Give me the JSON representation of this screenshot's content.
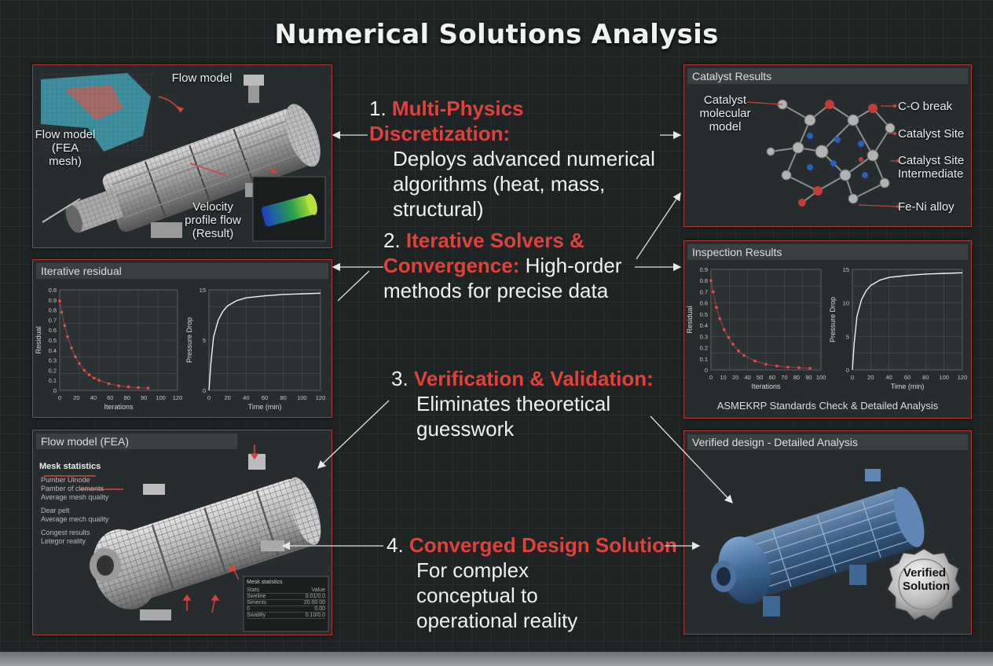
{
  "title": "Numerical Solutions Analysis",
  "steps": [
    {
      "num": "1.",
      "heading": "Multi-Physics Discretization:",
      "text": "Deploys advanced numerical algorithms (heat, mass, structural)"
    },
    {
      "num": "2.",
      "heading": "Iterative Solvers & Convergence:",
      "text": "High-order methods for precise data"
    },
    {
      "num": "3.",
      "heading": "Verification & Validation:",
      "text": "Eliminates theoretical guesswork"
    },
    {
      "num": "4.",
      "heading": "Converged Design Solution",
      "text": "For complex conceptual to operational reality"
    }
  ],
  "panel_flow": {
    "label_top": "Flow model",
    "label_left": "Flow model (FEA mesh)",
    "label_velocity": "Velocity profile flow (Result)"
  },
  "panel_residual": {
    "header": "Iterative residual",
    "chart1": {
      "ylabel": "Residual",
      "xlabel": "Iterations",
      "yticks": [
        "0",
        "0.1",
        "0.2",
        "0.3",
        "0.4",
        "0.5",
        "0.6",
        "0.7",
        "0.8",
        "0.9",
        "0.8"
      ],
      "xticks": [
        "0",
        "20",
        "40",
        "60",
        "80",
        "90",
        "100",
        "120"
      ]
    },
    "chart2": {
      "ylabel": "Pressure Drop",
      "xlabel": "Time (min)",
      "yticks": [
        "0",
        "5",
        "15"
      ],
      "xticks": [
        "0",
        "20",
        "40",
        "60",
        "80",
        "100",
        "120"
      ]
    }
  },
  "panel_mesh": {
    "header": "Flow model (FEA)",
    "stats_title": "Mesk statistics",
    "stats": [
      "Pumber Ulnode",
      "Pamber of clements",
      "Average mesh quality",
      "Dear pelt",
      "Average mech quality",
      "Congest results",
      "Letegor reality"
    ],
    "table_title": "Mesk statistics",
    "table_rows": [
      [
        "Stats",
        "Value"
      ],
      [
        "Sweline",
        "0.01/0.0"
      ],
      [
        "Siments",
        "20.00 00"
      ],
      [
        "0",
        "0.00"
      ],
      [
        "Swatilty",
        "0.10/0.0"
      ]
    ]
  },
  "panel_catalyst": {
    "header": "Catalyst Results",
    "left_label": "Catalyst molecular model",
    "labels": [
      "C-O break",
      "Catalyst Site",
      "Catalyst Site Intermediate",
      "Fe-Ni alloy"
    ]
  },
  "panel_inspection": {
    "header": "Inspection Results",
    "chart1": {
      "ylabel": "Residual",
      "xlabel": "Iterations",
      "yticks": [
        "0",
        "0.1",
        "0.2",
        "0.3",
        "0.4",
        "0.5",
        "0.6",
        "0.7",
        "0.8",
        "0.9"
      ],
      "xticks": [
        "0",
        "10",
        "20",
        "40",
        "50",
        "60",
        "70",
        "80",
        "90",
        "100"
      ]
    },
    "chart2": {
      "ylabel": "Pressure Drop",
      "xlabel": "Time (min)",
      "yticks": [
        "0",
        "5",
        "10",
        "15"
      ],
      "xticks": [
        "0",
        "20",
        "40",
        "60",
        "80",
        "100",
        "120"
      ]
    },
    "footer": "ASMEKRP Standards Check & Detailed Analysis"
  },
  "panel_verified": {
    "header": "Verified design - Detailed Analysis",
    "badge": "Verified Solution"
  },
  "colors": {
    "accent": "#e0413a",
    "panel_border": "#b13a34",
    "blueprint": "#5f86b5"
  },
  "chart_data": [
    {
      "type": "scatter",
      "title": "",
      "xlabel": "Iterations",
      "ylabel": "Residual",
      "x": [
        0,
        2,
        5,
        8,
        12,
        16,
        20,
        25,
        30,
        35,
        40,
        50,
        60,
        70,
        80,
        90
      ],
      "y": [
        0.8,
        0.7,
        0.58,
        0.48,
        0.38,
        0.3,
        0.24,
        0.18,
        0.14,
        0.11,
        0.09,
        0.06,
        0.04,
        0.03,
        0.025,
        0.02
      ],
      "xlim": [
        0,
        120
      ],
      "ylim": [
        0,
        0.9
      ]
    },
    {
      "type": "line",
      "title": "",
      "xlabel": "Time (min)",
      "ylabel": "Pressure Drop",
      "x": [
        0,
        2,
        5,
        10,
        15,
        20,
        30,
        40,
        60,
        80,
        100,
        120
      ],
      "y": [
        0,
        4,
        8,
        10.5,
        11.8,
        12.6,
        13.4,
        13.8,
        14.1,
        14.3,
        14.4,
        14.5
      ],
      "xlim": [
        0,
        120
      ],
      "ylim": [
        0,
        15
      ]
    },
    {
      "type": "scatter",
      "title": "",
      "xlabel": "Iterations",
      "ylabel": "Residual",
      "x": [
        0,
        2,
        5,
        8,
        12,
        16,
        20,
        25,
        30,
        40,
        50,
        60,
        70,
        80,
        90
      ],
      "y": [
        0.8,
        0.7,
        0.56,
        0.46,
        0.36,
        0.29,
        0.23,
        0.17,
        0.13,
        0.08,
        0.05,
        0.035,
        0.025,
        0.02,
        0.015
      ],
      "xlim": [
        0,
        100
      ],
      "ylim": [
        0,
        0.9
      ]
    },
    {
      "type": "line",
      "title": "",
      "xlabel": "Time (min)",
      "ylabel": "Pressure Drop",
      "x": [
        0,
        2,
        5,
        10,
        15,
        20,
        30,
        40,
        60,
        80,
        100,
        120
      ],
      "y": [
        0,
        4,
        8,
        10.5,
        11.8,
        12.6,
        13.4,
        13.8,
        14.1,
        14.3,
        14.4,
        14.5
      ],
      "xlim": [
        0,
        120
      ],
      "ylim": [
        0,
        15
      ]
    }
  ]
}
